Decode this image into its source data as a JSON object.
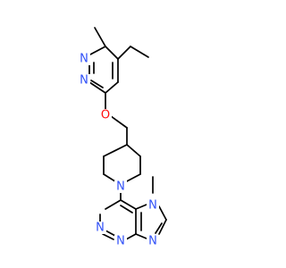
{
  "molecule": {
    "atoms": {
      "n1": {
        "symbol": "N"
      },
      "n2": {
        "symbol": "N"
      },
      "o1": {
        "symbol": "O"
      },
      "n3": {
        "symbol": "N"
      },
      "n4": {
        "symbol": "N"
      },
      "n5": {
        "symbol": "N"
      },
      "n6": {
        "symbol": "N"
      },
      "n7": {
        "symbol": "N"
      }
    }
  },
  "colors": {
    "nitrogen": "#3050f8",
    "oxygen": "#ff0d0d",
    "bond": "#000000",
    "background": "#ffffff"
  }
}
